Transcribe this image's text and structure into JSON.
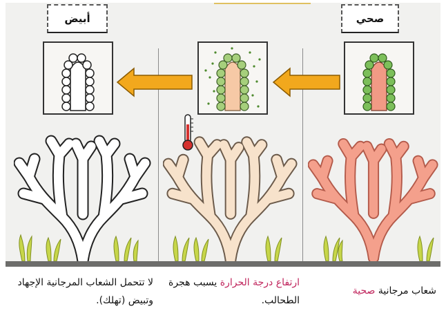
{
  "stages": {
    "healthy": {
      "tab_label": "صحي",
      "caption_prefix": "شعاب مرجانية ",
      "caption_highlight": "صحية"
    },
    "heat": {
      "caption_highlight": "ارتفاع درجة الحرارة",
      "caption_rest": " يسبب هجرة الطحالب."
    },
    "bleached": {
      "tab_label": "أبيض",
      "caption": "لا تتحمل الشعاب المرجانية الإجهاد وتبيض (تهلك)."
    }
  },
  "colors": {
    "highlight": "#c0245c",
    "arrow": "#f2a81d",
    "healthy_coral": "#f4a08c",
    "heat_coral": "#f6ddc4",
    "bleached_coral": "#ffffff",
    "algae": "#6fa93a",
    "seaweed": "#c7d64a"
  },
  "icons": [
    "arrow-left-icon",
    "thermometer-icon"
  ]
}
